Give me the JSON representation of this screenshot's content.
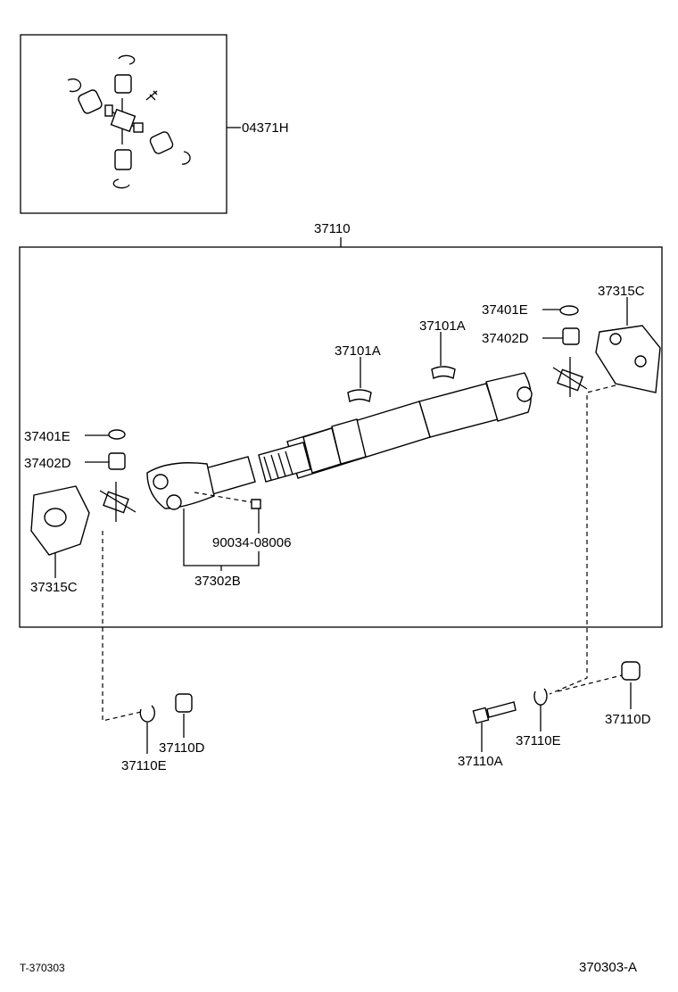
{
  "diagram": {
    "assembly_label": "37110",
    "inset_label": "04371H",
    "labels": {
      "p37401E_right": "37401E",
      "p37402D_right": "37402D",
      "p37315C_right": "37315C",
      "p37101A_upper": "37101A",
      "p37101A_lower": "37101A",
      "p37401E_left": "37401E",
      "p37402D_left": "37402D",
      "p37315C_left": "37315C",
      "p90034": "90034-08006",
      "p37302B": "37302B",
      "p37110D_left": "37110D",
      "p37110E_left": "37110E",
      "p37110A": "37110A",
      "p37110E_right": "37110E",
      "p37110D_right": "37110D"
    },
    "footer_left": "T-370303",
    "footer_right": "370303-A"
  }
}
